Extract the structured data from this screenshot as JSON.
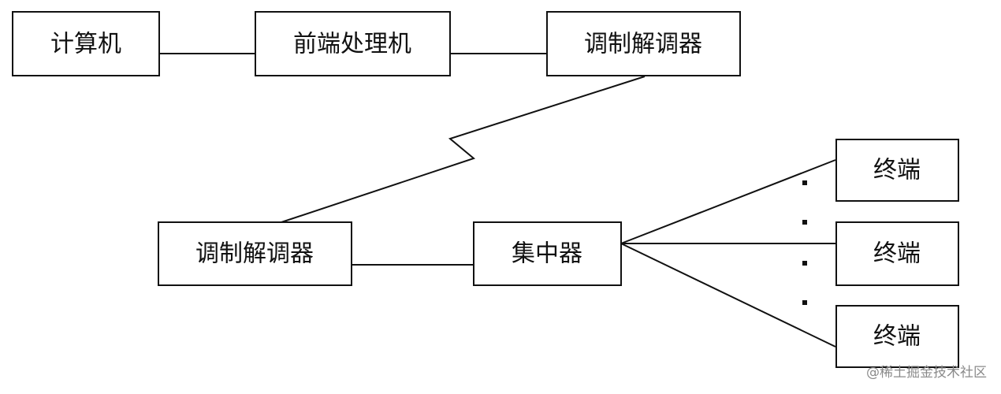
{
  "nodes": {
    "computer": "计算机",
    "frontend": "前端处理机",
    "modem_top": "调制解调器",
    "modem_bottom": "调制解调器",
    "concentrator": "集中器",
    "terminal_1": "终端",
    "terminal_2": "终端",
    "terminal_3": "终端"
  },
  "watermark": "@稀土掘金技术社区"
}
